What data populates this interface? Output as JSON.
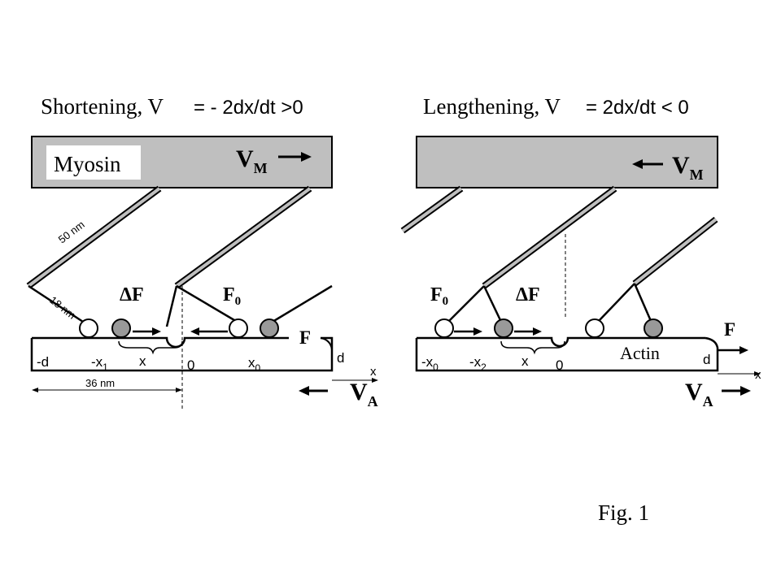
{
  "left_panel": {
    "title_main": "Shortening, V",
    "title_rest": "= - 2dx/dt >0",
    "myosin_label": "Myosin",
    "vm_base": "V",
    "vm_sub": "M",
    "len_long": "50 nm",
    "len_short": "18 nm",
    "delta_f": "ΔF",
    "f0_base": "F",
    "f0_sub": "0",
    "f_label": "F",
    "dim_36": "36 nm",
    "axis": {
      "minus_d": "-d",
      "minus_x1_base": "-x",
      "minus_x1_sub": "1",
      "x": "x",
      "zero": "0",
      "x0_base": "x",
      "x0_sub": "0",
      "d": "d",
      "x_axis": "x"
    },
    "va_base": "V",
    "va_sub": "A"
  },
  "right_panel": {
    "title_main": "Lengthening, V",
    "title_rest": "= 2dx/dt < 0",
    "vm_base": "V",
    "vm_sub": "M",
    "f0_base": "F",
    "f0_sub": "0",
    "delta_f": "ΔF",
    "f_label": "F",
    "actin_label": "Actin",
    "axis": {
      "minus_x0_base": "-x",
      "minus_x0_sub": "0",
      "minus_x2_base": "-x",
      "minus_x2_sub": "2",
      "x": "x",
      "zero": "0",
      "d": "d",
      "x_axis": "x"
    },
    "va_base": "V",
    "va_sub": "A"
  },
  "figure_label": "Fig. 1",
  "colors": {
    "myosin_fill": "#bfbfbf",
    "bound_head": "#999999",
    "stroke": "#000000",
    "background": "#ffffff"
  }
}
